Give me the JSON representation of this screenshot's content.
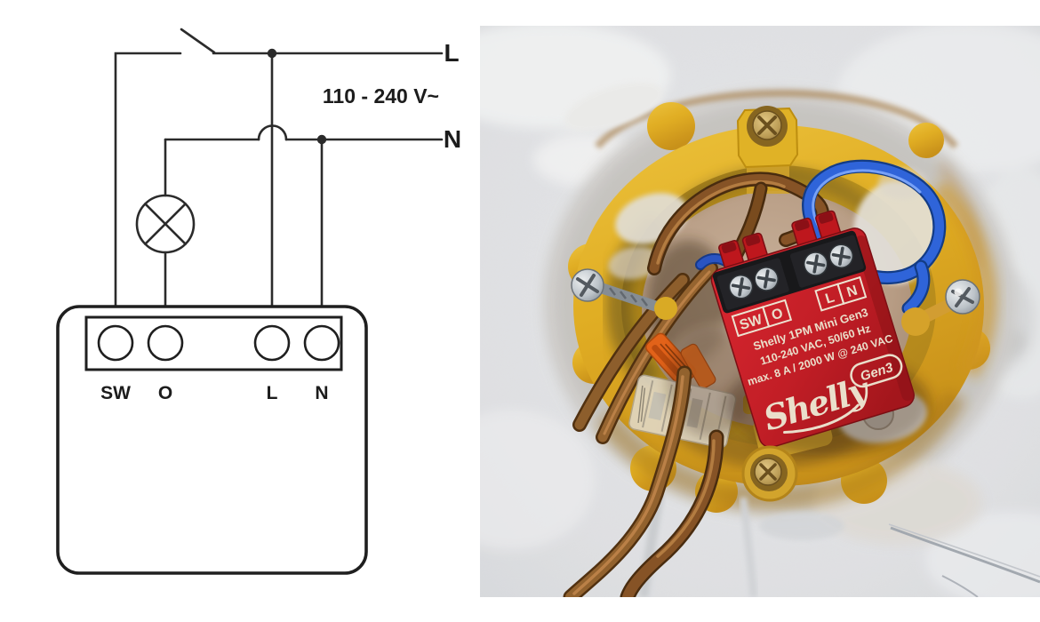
{
  "diagram": {
    "line_labels": {
      "live": "L",
      "neutral": "N"
    },
    "voltage_label": "110 - 240 V~",
    "terminal_labels": [
      "SW",
      "O",
      "L",
      "N"
    ],
    "line_color": "#2b2b2b"
  },
  "photo": {
    "shelly_device": {
      "terminal_labels_left": [
        "SW",
        "O"
      ],
      "terminal_labels_right": [
        "L",
        "N"
      ],
      "model_line": "Shelly 1PM Mini Gen3",
      "rating_line1": "110-240 VAC, 50/60 Hz",
      "rating_line2": "max. 8 A / 2000 W @ 240 VAC",
      "logo_text": "Shelly",
      "badge_text": "Gen3",
      "body_color": "#c81e26",
      "print_color": "#f2e7d2"
    },
    "junction_box_color": "#ecba27",
    "wire_colors": {
      "live_brown": "#8a5526",
      "neutral_blue": "#2458d8"
    },
    "wall_color": "#e9eaec"
  }
}
